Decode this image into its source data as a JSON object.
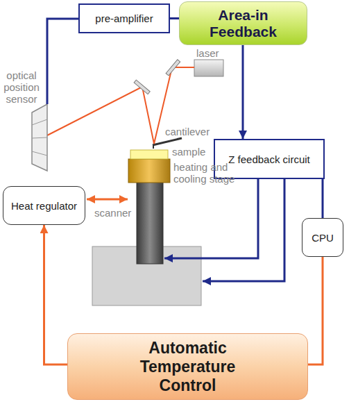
{
  "diagram": {
    "nodes": [
      {
        "text": [
          "pre-amplifier"
        ]
      },
      {
        "text": [
          "Area-in Feedback"
        ]
      },
      {
        "text": [
          "Z feedback circuit"
        ]
      },
      {
        "text": [
          "Heat regulator"
        ]
      },
      {
        "text": [
          "CPU"
        ]
      },
      {
        "text": [
          "Automatic Temperature Control"
        ]
      }
    ],
    "edges": [
      {
        "from": 0,
        "to": 1,
        "arrow": "none"
      },
      {
        "from": 1,
        "to": 2,
        "arrow": "to"
      },
      {
        "from": 2,
        "to": 4,
        "arrow": "none"
      },
      {
        "from": 4,
        "to": 5,
        "arrow": "none"
      },
      {
        "from": 5,
        "to": 3,
        "arrow": "to"
      }
    ],
    "labels": [
      "optical position sensor",
      "laser",
      "cantilever",
      "sample",
      "heating and cooling stage",
      "scanner"
    ]
  }
}
